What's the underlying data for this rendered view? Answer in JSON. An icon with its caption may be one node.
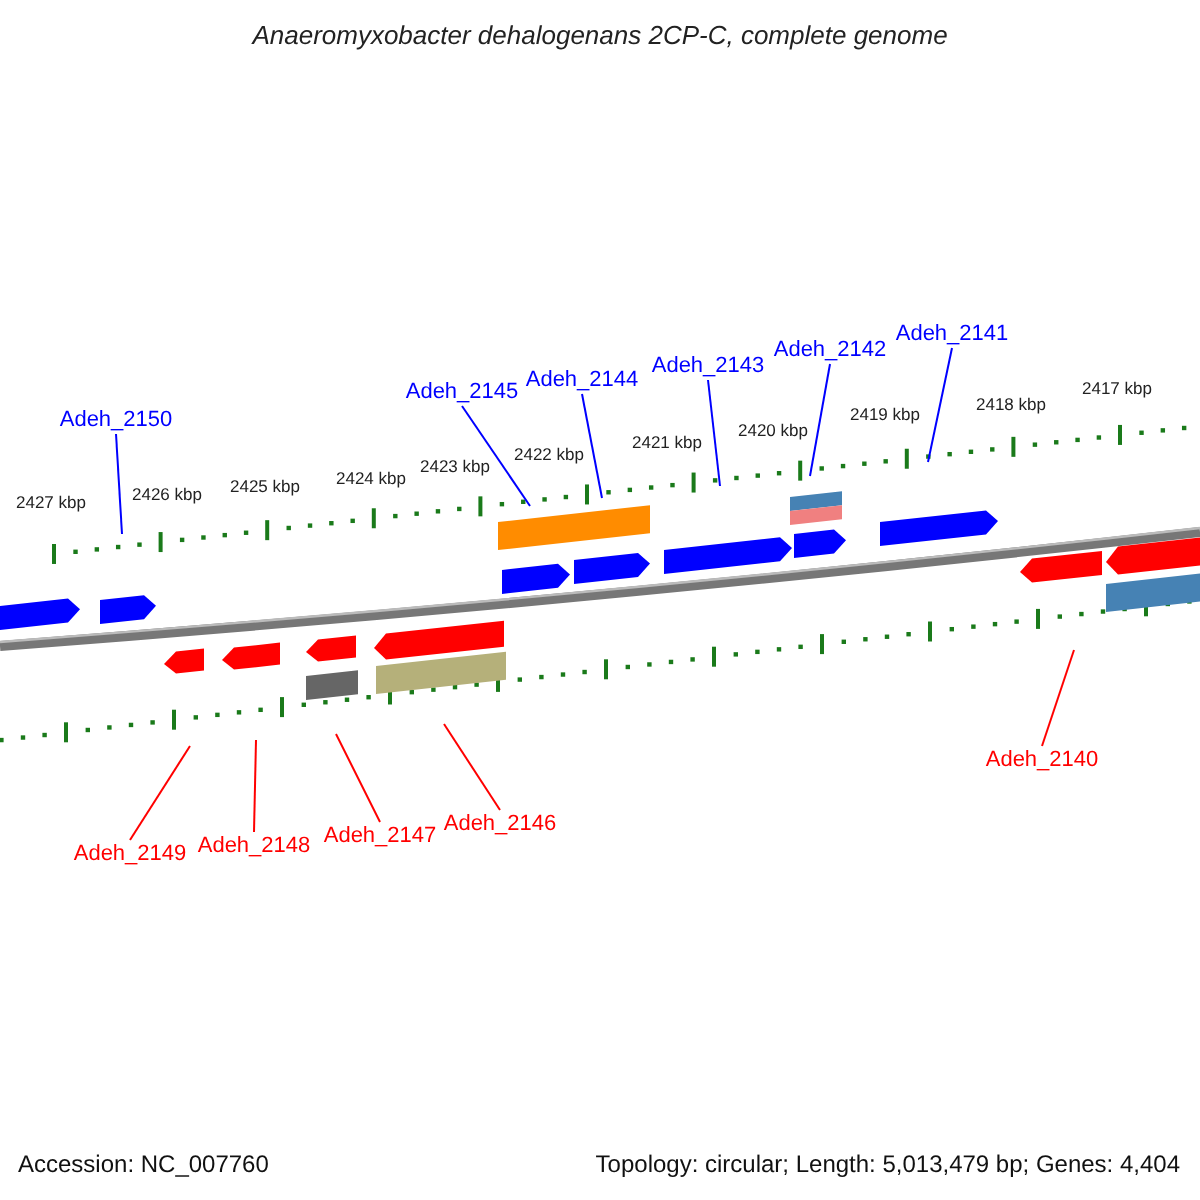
{
  "diagram": {
    "title": "Anaeromyxobacter dehalogenans 2CP-C, complete genome",
    "nodes": [
      {
        "text": [
          "Adeh_2150"
        ]
      },
      {
        "text": [
          "Adeh_2145"
        ]
      },
      {
        "text": [
          "Adeh_2144"
        ]
      },
      {
        "text": [
          "Adeh_2143"
        ]
      },
      {
        "text": [
          "Adeh_2142"
        ]
      },
      {
        "text": [
          "Adeh_2141"
        ]
      },
      {
        "text": [
          "Adeh_2149"
        ]
      },
      {
        "text": [
          "Adeh_2148"
        ]
      },
      {
        "text": [
          "Adeh_2147"
        ]
      },
      {
        "text": [
          "Adeh_2146"
        ]
      },
      {
        "text": [
          "Adeh_2140"
        ]
      }
    ],
    "edges": [
      {
        "from": 0,
        "to": null,
        "arrow": "none"
      },
      {
        "from": 1,
        "to": null,
        "arrow": "none"
      },
      {
        "from": 2,
        "to": null,
        "arrow": "none"
      },
      {
        "from": 3,
        "to": null,
        "arrow": "none"
      },
      {
        "from": 4,
        "to": null,
        "arrow": "none"
      },
      {
        "from": 5,
        "to": null,
        "arrow": "none"
      },
      {
        "from": 6,
        "to": null,
        "arrow": "none",
        "color": "#ff0000"
      },
      {
        "from": 7,
        "to": null,
        "arrow": "none",
        "color": "#ff0000"
      },
      {
        "from": 8,
        "to": null,
        "arrow": "none",
        "color": "#ff0000"
      },
      {
        "from": 9,
        "to": null,
        "arrow": "none",
        "color": "#ff0000"
      },
      {
        "from": 10,
        "to": null,
        "arrow": "none",
        "color": "#ff0000"
      }
    ],
    "labels": [
      "2427 kbp",
      "2426 kbp",
      "2425 kbp",
      "2424 kbp",
      "2423 kbp",
      "2422 kbp",
      "2421 kbp",
      "2420 kbp",
      "2419 kbp",
      "2418 kbp",
      "2417 kbp",
      "Accession: NC_007760",
      "Topology: circular; Length: 5,013,479 bp; Genes: 4,404"
    ]
  }
}
